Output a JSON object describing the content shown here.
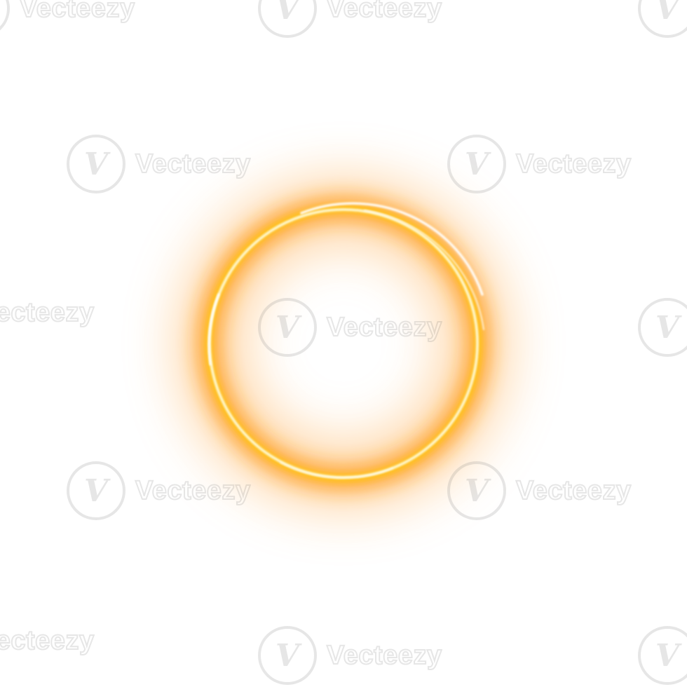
{
  "image": {
    "subject": "glowing-orange-ring",
    "background_color": "#ffffff",
    "colors": {
      "glow_outer": "#ffb25a",
      "glow_mid": "#ff9e1a",
      "ring_core": "#ffc21f",
      "ring_inner_bright": "#fff6c8",
      "highlight": "#ffffff"
    }
  },
  "watermark": {
    "text": "Vecteezy",
    "logo_letter": "V"
  }
}
